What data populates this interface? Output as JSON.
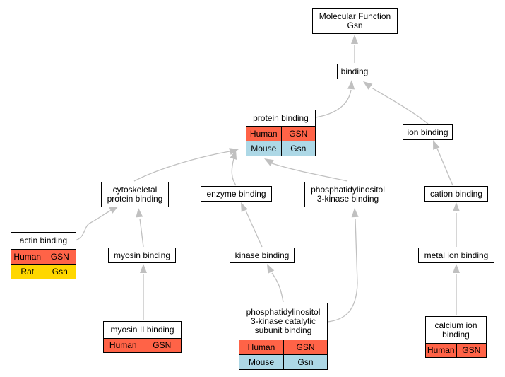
{
  "colors": {
    "edge": "#c0c0c0",
    "human": "#ff6347",
    "mouse": "#add8e6",
    "rat": "#ffd700"
  },
  "nodes": {
    "molecular_function": {
      "lines": [
        "Molecular Function",
        "Gsn"
      ]
    },
    "binding": {
      "lines": [
        "binding"
      ]
    },
    "protein_binding": {
      "lines": [
        "protein binding"
      ],
      "rows": [
        {
          "species": "Human",
          "gene": "GSN"
        },
        {
          "species": "Mouse",
          "gene": "Gsn"
        }
      ]
    },
    "ion_binding": {
      "lines": [
        "ion binding"
      ]
    },
    "cytoskeletal_protein_binding": {
      "lines": [
        "cytoskeletal",
        "protein binding"
      ]
    },
    "enzyme_binding": {
      "lines": [
        "enzyme binding"
      ]
    },
    "pi3k_binding": {
      "lines": [
        "phosphatidylinositol",
        "3-kinase binding"
      ]
    },
    "cation_binding": {
      "lines": [
        "cation binding"
      ]
    },
    "actin_binding": {
      "lines": [
        "actin binding"
      ],
      "rows": [
        {
          "species": "Human",
          "gene": "GSN"
        },
        {
          "species": "Rat",
          "gene": "Gsn"
        }
      ]
    },
    "myosin_binding": {
      "lines": [
        "myosin binding"
      ]
    },
    "kinase_binding": {
      "lines": [
        "kinase binding"
      ]
    },
    "metal_ion_binding": {
      "lines": [
        "metal ion binding"
      ]
    },
    "myosin_ii_binding": {
      "lines": [
        "myosin II binding"
      ],
      "rows": [
        {
          "species": "Human",
          "gene": "GSN"
        }
      ]
    },
    "pi3k_catalytic_subunit_binding": {
      "lines": [
        "phosphatidylinositol",
        "3-kinase catalytic",
        "subunit binding"
      ],
      "rows": [
        {
          "species": "Human",
          "gene": "GSN"
        },
        {
          "species": "Mouse",
          "gene": "Gsn"
        }
      ]
    },
    "calcium_ion_binding": {
      "lines": [
        "calcium ion",
        "binding"
      ],
      "rows": [
        {
          "species": "Human",
          "gene": "GSN"
        }
      ]
    }
  }
}
